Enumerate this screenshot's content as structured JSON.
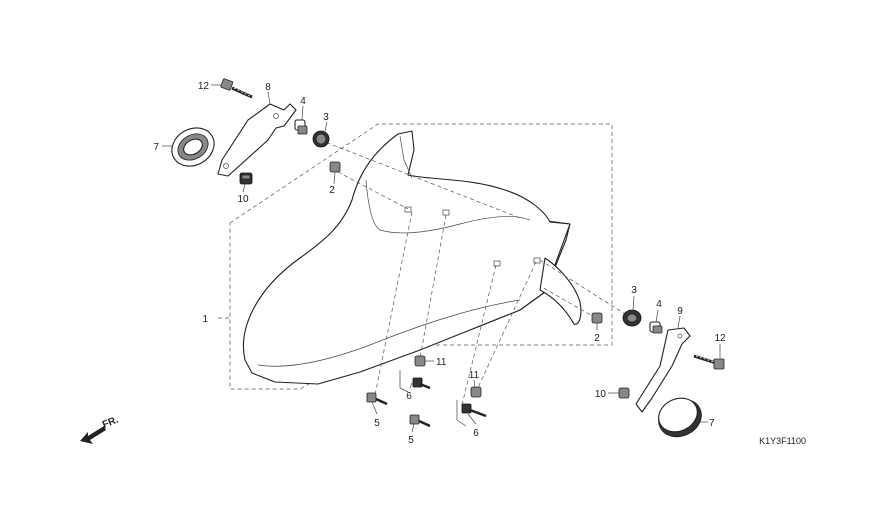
{
  "parts": {
    "p1": "1",
    "p2a": "2",
    "p2b": "2",
    "p3a": "3",
    "p3b": "3",
    "p4a": "4",
    "p4b": "4",
    "p5a": "5",
    "p5b": "5",
    "p6a": "6",
    "p6b": "6",
    "p7a": "7",
    "p7b": "7",
    "p8": "8",
    "p9": "9",
    "p10a": "10",
    "p10b": "10",
    "p11a": "11",
    "p11b": "11",
    "p12a": "12",
    "p12b": "12"
  },
  "diagram_code": "K1Y3F1100",
  "direction_label": "FR."
}
